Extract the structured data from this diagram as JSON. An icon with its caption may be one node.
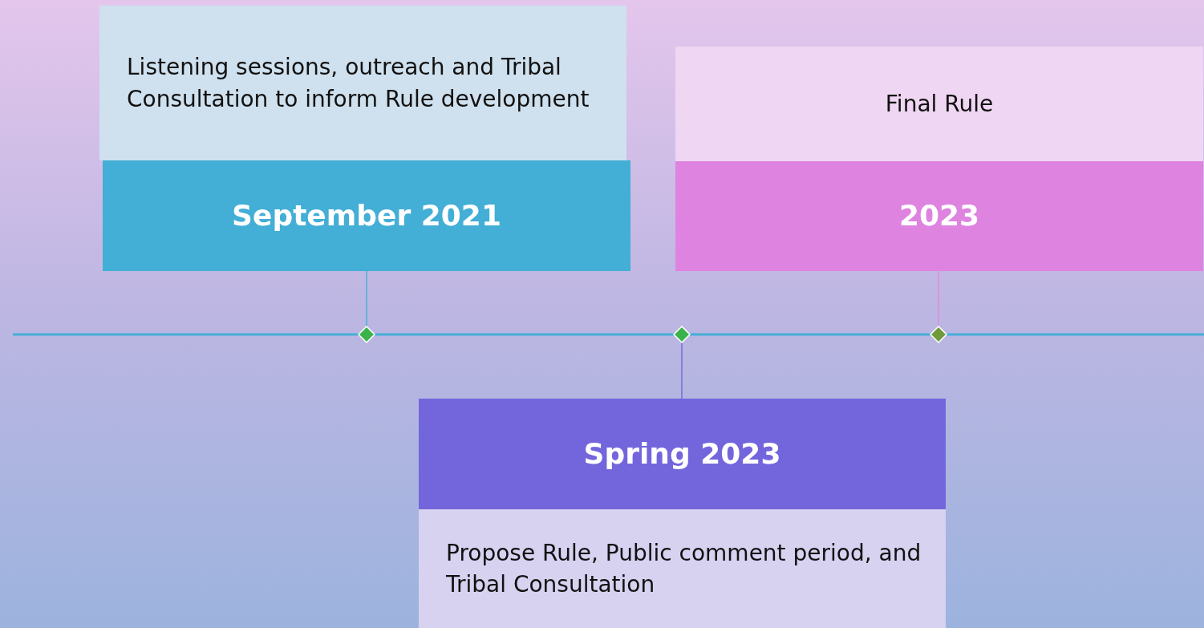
{
  "diagram": {
    "nodes": [
      {
        "text": [
          "Listening sessions, outreach and Tribal Consultation to inform Rule development"
        ]
      },
      {
        "text": [
          "September 2021"
        ]
      },
      {
        "text": [
          "Final Rule"
        ]
      },
      {
        "text": [
          "2023"
        ]
      },
      {
        "text": [
          "Spring 2023"
        ]
      },
      {
        "text": [
          "Propose Rule, Public comment period, and Tribal Consultation"
        ]
      },
      {
        "text": [],
        "shape": "diamond"
      },
      {
        "text": [],
        "shape": "diamond"
      },
      {
        "text": [],
        "shape": "diamond"
      }
    ],
    "edges": [
      {
        "from": 1,
        "to": 6,
        "arrow": "none",
        "color": "#4aafd5"
      },
      {
        "from": 4,
        "to": 7,
        "arrow": "none",
        "color": "#7b68d8"
      },
      {
        "from": 3,
        "to": 8,
        "arrow": "none",
        "color": "#e08ae0"
      }
    ]
  }
}
